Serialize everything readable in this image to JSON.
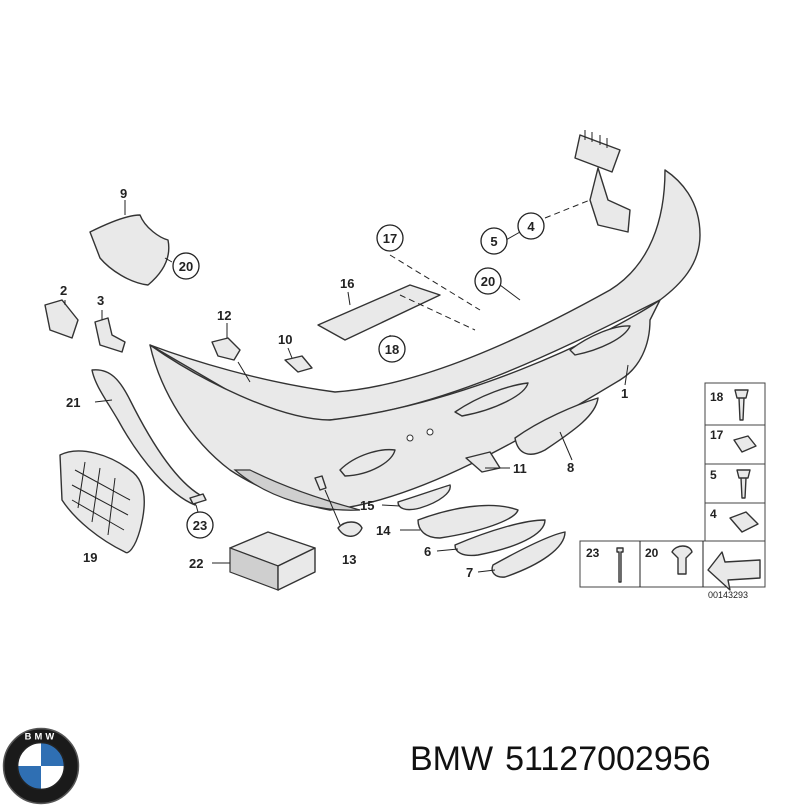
{
  "diagram": {
    "callouts": [
      "1",
      "2",
      "3",
      "4",
      "5",
      "6",
      "7",
      "8",
      "9",
      "10",
      "11",
      "12",
      "13",
      "14",
      "15",
      "16",
      "17",
      "18",
      "19",
      "20",
      "21",
      "22",
      "23"
    ],
    "circled_callouts": {
      "c17": "17",
      "c4": "4",
      "c5": "5",
      "c20a": "20",
      "c20b": "20",
      "c18": "18",
      "c23": "23"
    },
    "legend": {
      "items": [
        "18",
        "17",
        "5",
        "4",
        "23",
        "20"
      ]
    },
    "drawing_number": "00143293"
  },
  "footer": {
    "brand_text": "BMW",
    "part_number": "51127002956",
    "logo_letters": "BMW"
  }
}
